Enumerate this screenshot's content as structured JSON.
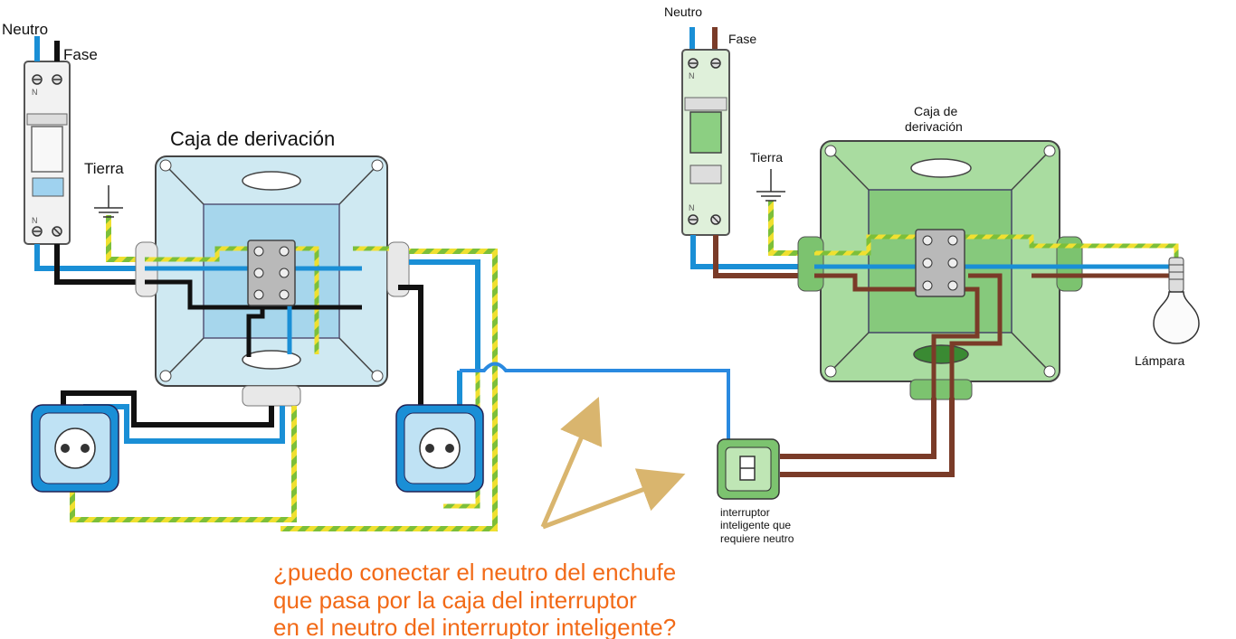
{
  "left": {
    "neutral": "Neutro",
    "phase": "Fase",
    "box_title": "Caja de derivación",
    "ground": "Tierra",
    "breaker_n_top": "N",
    "breaker_n_bottom": "N"
  },
  "right": {
    "neutral": "Neutro",
    "phase": "Fase",
    "box_title_line1": "Caja de",
    "box_title_line2": "derivación",
    "ground": "Tierra",
    "lamp": "Lámpara",
    "breaker_n_top": "N",
    "breaker_n_bottom": "N",
    "smart_switch_note": [
      "interruptor",
      "inteligente que",
      "requiere neutro"
    ]
  },
  "question": [
    "¿puedo conectar el neutro del enchufe",
    "que pasa por la caja del interruptor",
    "en el neutro del interruptor inteligente?"
  ],
  "colors": {
    "neutral_wire": "#1a8fd6",
    "phase_wire_left": "#111111",
    "phase_wire_right": "#7a3b28",
    "ground_green": "#7cbf3a",
    "ground_yellow": "#f0e030",
    "left_box": "#cfe9f2",
    "right_box": "#a9dca0",
    "arrow": "#d9b56e",
    "question_text": "#f26a17",
    "added_wire": "#2a8ae0"
  }
}
